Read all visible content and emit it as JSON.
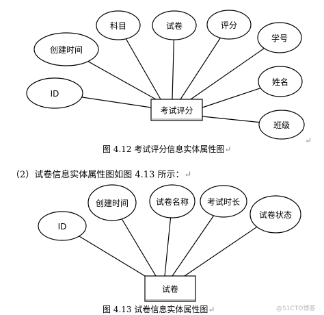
{
  "figure1": {
    "entity": "考试评分",
    "attributes": [
      {
        "id": "subject",
        "label": "科目"
      },
      {
        "id": "paper",
        "label": "试卷"
      },
      {
        "id": "score",
        "label": "评分"
      },
      {
        "id": "student-id",
        "label": "学号"
      },
      {
        "id": "created-time",
        "label": "创建时间"
      },
      {
        "id": "name",
        "label": "姓名"
      },
      {
        "id": "id",
        "label": "ID"
      },
      {
        "id": "class",
        "label": "班级"
      }
    ],
    "caption": "图 4.12   考试评分信息实体属性图"
  },
  "paragraph": "（2）试卷信息实体属性图如图 4.13 所示：",
  "figure2": {
    "entity": "试卷",
    "attributes": [
      {
        "id": "created-time",
        "label": "创建时间"
      },
      {
        "id": "paper-name",
        "label": "试卷名称"
      },
      {
        "id": "exam-duration",
        "label": "考试时长"
      },
      {
        "id": "id",
        "label": "ID"
      },
      {
        "id": "paper-status",
        "label": "试卷状态"
      }
    ],
    "caption": "图 4.13   试卷信息实体属性图"
  },
  "watermark": "@51CTO博客",
  "return_mark": "↵"
}
